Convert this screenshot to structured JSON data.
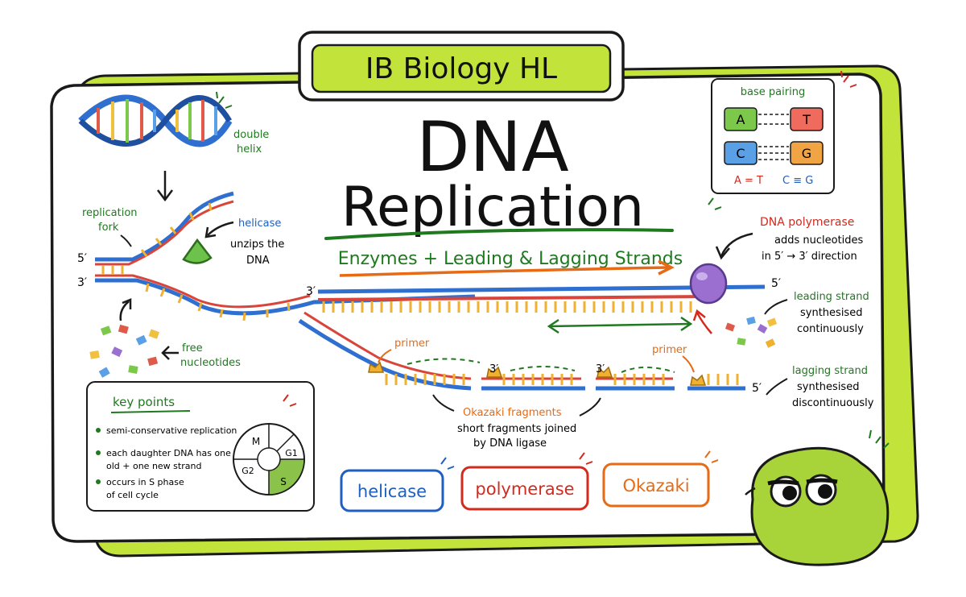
{
  "header": {
    "badge": "IB Biology HL"
  },
  "title": {
    "line1": "DNA",
    "line2": "Replication",
    "subtitle": "Enzymes + Leading & Lagging Strands"
  },
  "labels": {
    "double_helix": [
      "double",
      "helix"
    ],
    "replication_fork": [
      "replication",
      "fork"
    ],
    "helicase_title": "helicase",
    "helicase_desc": [
      "unzips the",
      "DNA"
    ],
    "free_nucleotides": [
      "free",
      "nucleotides"
    ],
    "polymerase_title": "DNA polymerase",
    "polymerase_desc": [
      "adds nucleotides",
      "in 5′ → 3′ direction"
    ],
    "leading_title": "leading strand",
    "leading_desc": [
      "synthesised",
      "continuously"
    ],
    "lagging_title": "lagging strand",
    "lagging_desc": [
      "synthesised",
      "discontinuously"
    ],
    "primer": "primer",
    "okazaki_title": "Okazaki fragments",
    "okazaki_desc": [
      "short fragments joined",
      "by DNA ligase"
    ],
    "five_prime": "5′",
    "three_prime": "3′"
  },
  "base_pairing": {
    "title": "base pairing",
    "pairs": [
      {
        "left": "A",
        "right": "T",
        "left_color": "#7cc84a",
        "right_color": "#ef6b5e"
      },
      {
        "left": "C",
        "right": "G",
        "left_color": "#5aa0e6",
        "right_color": "#f0a444"
      }
    ],
    "rule_at": "A = T",
    "rule_cg": "C ≡ G"
  },
  "key_points": {
    "title": "key points",
    "items": [
      [
        "semi-conservative replication"
      ],
      [
        "each daughter DNA has one",
        "old + one new strand"
      ],
      [
        "occurs in S phase",
        "of cell cycle"
      ]
    ],
    "cycle": {
      "m": "M",
      "g1": "G1",
      "g2": "G2",
      "s": "S"
    }
  },
  "buttons": {
    "helicase": "helicase",
    "polymerase": "polymerase",
    "okazaki": "Okazaki"
  },
  "colors": {
    "accent": "#c2e43a",
    "helicase": "#1f5fbf",
    "polymerase": "#d42a1e",
    "okazaki": "#e86a14",
    "strand_blue": "#2f6fd0",
    "strand_red": "#d9453a",
    "enzyme_purple": "#9a6fd0",
    "helicase_green": "#6cc24a"
  }
}
